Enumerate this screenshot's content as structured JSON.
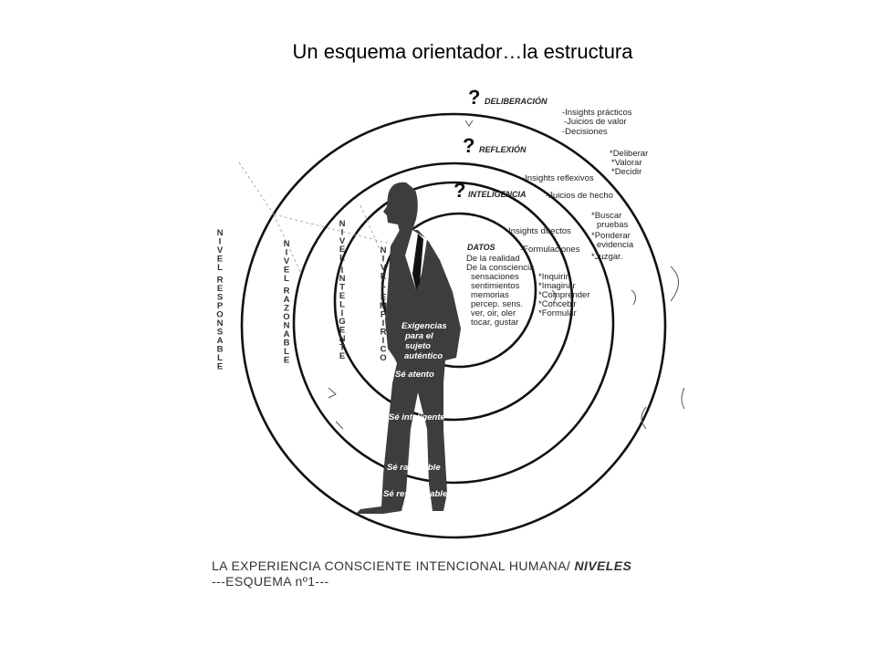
{
  "slide": {
    "title": "Un esquema orientador…la estructura"
  },
  "levels": {
    "deliberacion": {
      "question_mark": "?",
      "label": "DELIBERACIÓN",
      "outputs": [
        "-Insights prácticos",
        "-Juicios de valor",
        "-Decisiones"
      ],
      "operations": [
        "*Deliberar",
        "*Valorar",
        "*Decidir"
      ]
    },
    "reflexion": {
      "question_mark": "?",
      "label": "REFLEXIÓN",
      "outputs": [
        "-Insights reflexivos",
        "-Juicios de hecho"
      ],
      "operations": [
        "*Buscar",
        "pruebas",
        "*Ponderar",
        "evidencia",
        "*Juzgar."
      ]
    },
    "inteligencia": {
      "question_mark": "?",
      "label": "INTELIGENCIA",
      "outputs": [
        "-Insights directos",
        "-Formulaciones"
      ],
      "operations": [
        "*Inquirir",
        "*Imaginar",
        "*Comprender",
        "*Concebir",
        "*Formular"
      ]
    },
    "datos": {
      "label": "DATOS",
      "lines": [
        "De la realidad",
        "De la consciencia",
        "sensaciones",
        "sentimientos",
        "memorias",
        "percep. sens.",
        "ver, oir, oler",
        "tocar, gustar"
      ]
    }
  },
  "vertical_labels": {
    "responsable": "NIVEL RESPONSABLE",
    "razonable": "NIVEL RAZONABLE",
    "inteligente": "NIVEL INTELIGENTE",
    "empirico": "NIVEL EMPIRICO"
  },
  "figure": {
    "title_lines": [
      "Exigencias",
      "para el",
      "sujeto",
      "auténtico"
    ],
    "imperatives": [
      "Sé atento",
      "Sé inteligente",
      "Sé razonable",
      "Sé responsable"
    ]
  },
  "caption": {
    "line1_main": "LA EXPERIENCIA CONSCIENTE  INTENCIONAL HUMANA/ ",
    "line1_emph": "NIVELES",
    "line2": "---ESQUEMA nº1---"
  }
}
